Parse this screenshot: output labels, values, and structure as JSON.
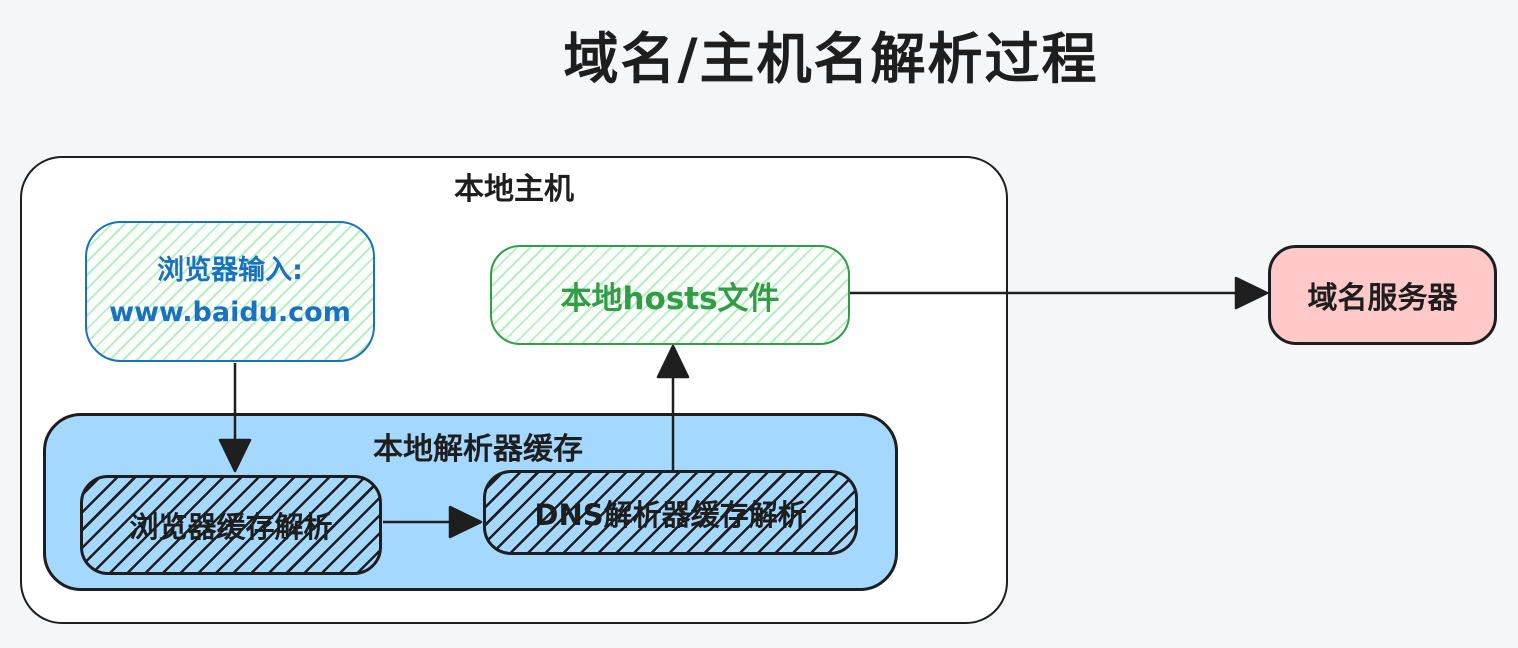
{
  "title": "域名/主机名解析过程",
  "colors": {
    "background": "#f5f6f8",
    "ink": "#1e1e1e",
    "blue_stroke": "#1971c2",
    "green_stroke": "#2f9e44",
    "hatch_light_green": "#b2f2bb",
    "pink_fill": "#ffc9c9",
    "light_blue_fill": "#a5d8ff",
    "white_fill": "#ffffff"
  },
  "nodes": {
    "local_host": {
      "label": "本地主机"
    },
    "browser_input": {
      "label_line1": "浏览器输入:",
      "label_line2": "www.baidu.com"
    },
    "hosts_file": {
      "label": "本地hosts文件"
    },
    "dns_server": {
      "label": "域名服务器"
    },
    "resolver_cache": {
      "label": "本地解析器缓存"
    },
    "browser_cache": {
      "label": "浏览器缓存解析"
    },
    "dns_resolver_cache": {
      "label": "DNS解析器缓存解析"
    }
  },
  "edges": [
    {
      "from": "browser_input",
      "to": "browser_cache",
      "direction": "down"
    },
    {
      "from": "browser_cache",
      "to": "dns_resolver_cache",
      "direction": "right"
    },
    {
      "from": "dns_resolver_cache",
      "to": "hosts_file",
      "direction": "up"
    },
    {
      "from": "hosts_file",
      "to": "dns_server",
      "direction": "right"
    }
  ]
}
